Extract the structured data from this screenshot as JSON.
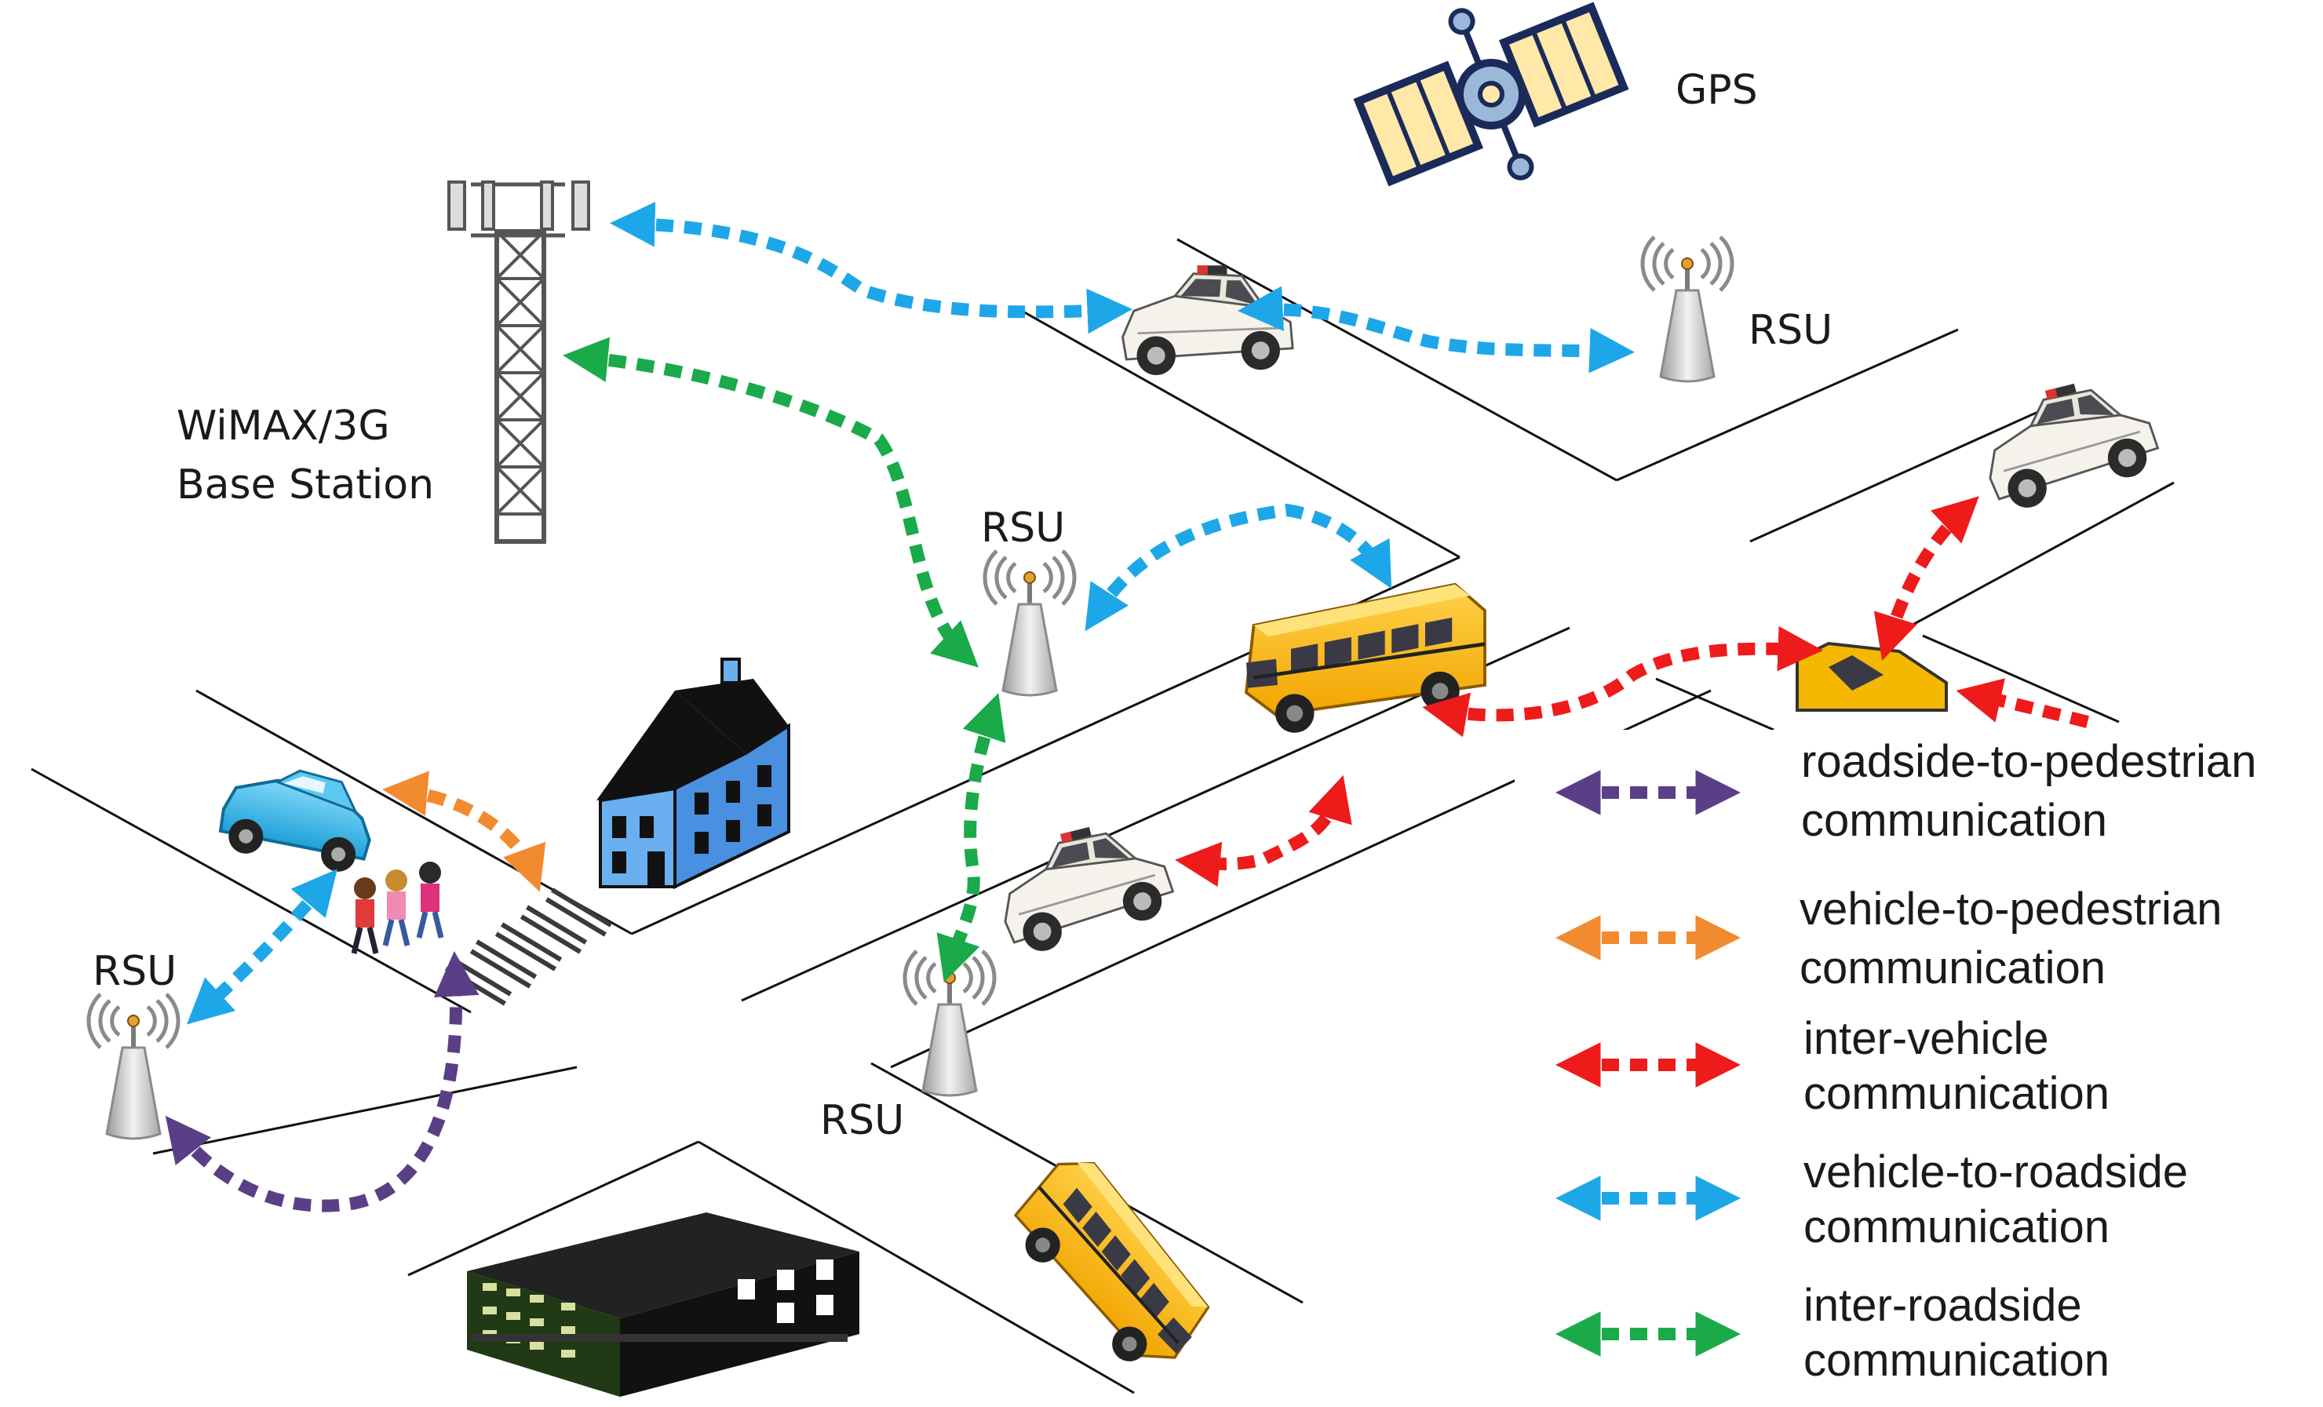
{
  "labels": {
    "gps": "GPS",
    "base_station_line1": "WiMAX/3G",
    "base_station_line2": "Base Station",
    "rsu": "RSU"
  },
  "legend": [
    {
      "line1": "roadside-to-pedestrian",
      "line2": "communication",
      "color": "#5b3f86"
    },
    {
      "line1": "vehicle-to-pedestrian",
      "line2": "communication",
      "color": "#f28a30"
    },
    {
      "line1": "inter-vehicle",
      "line2": "communication",
      "color": "#ee1b1b"
    },
    {
      "line1": "vehicle-to-roadside",
      "line2": "communication",
      "color": "#1ea7e8"
    },
    {
      "line1": "inter-roadside",
      "line2": "communication",
      "color": "#1aaa4a"
    }
  ],
  "colors": {
    "roadside_to_pedestrian": "#5b3f86",
    "vehicle_to_pedestrian": "#f28a30",
    "inter_vehicle": "#ee1b1b",
    "vehicle_to_roadside": "#1ea7e8",
    "inter_roadside": "#1aaa4a"
  }
}
